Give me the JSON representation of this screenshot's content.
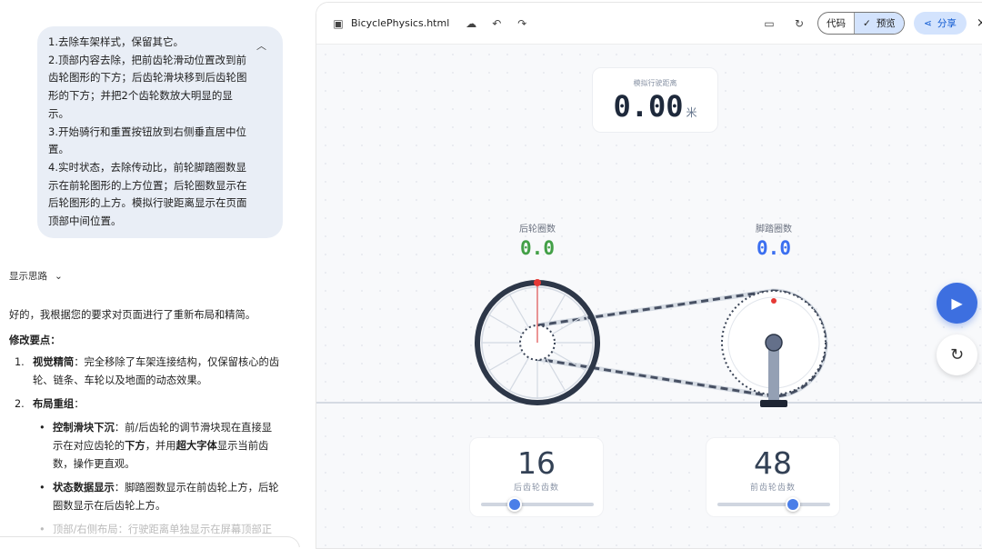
{
  "chat": {
    "user_message": [
      "1.去除车架样式，保留其它。",
      "2.顶部内容去除，把前齿轮滑动位置改到前齿轮图形的下方；后齿轮滑块移到后齿轮图形的下方；并把2个齿轮数放大明显的显示。",
      "3.开始骑行和重置按钮放到右侧垂直居中位置。",
      "4.实时状态，去除传动比，前轮脚踏圈数显示在前轮图形的上方位置；后轮圈数显示在后轮图形的上方。模拟行驶距离显示在页面顶部中间位置。"
    ],
    "show_thinking": "显示思路",
    "reply_intro": "好的，我根据您的要求对页面进行了重新布局和精简。",
    "reply_heading": "修改要点：",
    "points": [
      {
        "num": "1.",
        "bold": "视觉精简",
        "text": "：完全移除了车架连接结构，仅保留核心的齿轮、链条、车轮以及地面的动态效果。"
      },
      {
        "num": "2.",
        "bold": "布局重组",
        "text": "："
      }
    ],
    "subpoints": [
      {
        "bold": "控制滑块下沉",
        "t1": "：前/后齿轮的调节滑块现在直接显示在对应齿轮的",
        "b2": "下方",
        "t2": "，并用",
        "b3": "超大字体",
        "t3": "显示当前齿数，操作更直观。"
      },
      {
        "bold": "状态数据显示",
        "t1": "：脚踏圈数显示在前齿轮上方，后轮圈数显示在后齿轮上方。"
      },
      {
        "bold": "顶部/右侧布局",
        "t1": "：行驶距离单独显示在屏幕顶部正"
      }
    ]
  },
  "preview": {
    "filename": "BicyclePhysics.html",
    "code_label": "代码",
    "preview_label": "预览",
    "share_label": "分享",
    "distance_label": "模拟行驶距离",
    "distance_value": "0.00",
    "distance_unit": "米",
    "rear_turns_label": "后轮圈数",
    "rear_turns_value": "0.0",
    "pedal_turns_label": "脚踏圈数",
    "pedal_turns_value": "0.0",
    "rear_gear_teeth": "16",
    "rear_gear_label": "后齿轮齿数",
    "rear_slider_fraction": 0.3,
    "front_gear_teeth": "48",
    "front_gear_label": "前齿轮齿数",
    "front_slider_fraction": 0.67,
    "colors": {
      "rear_value": "#43a047",
      "pedal_value": "#3b6ff0",
      "accent": "#3d6fe0",
      "marker": "#e53935"
    }
  }
}
